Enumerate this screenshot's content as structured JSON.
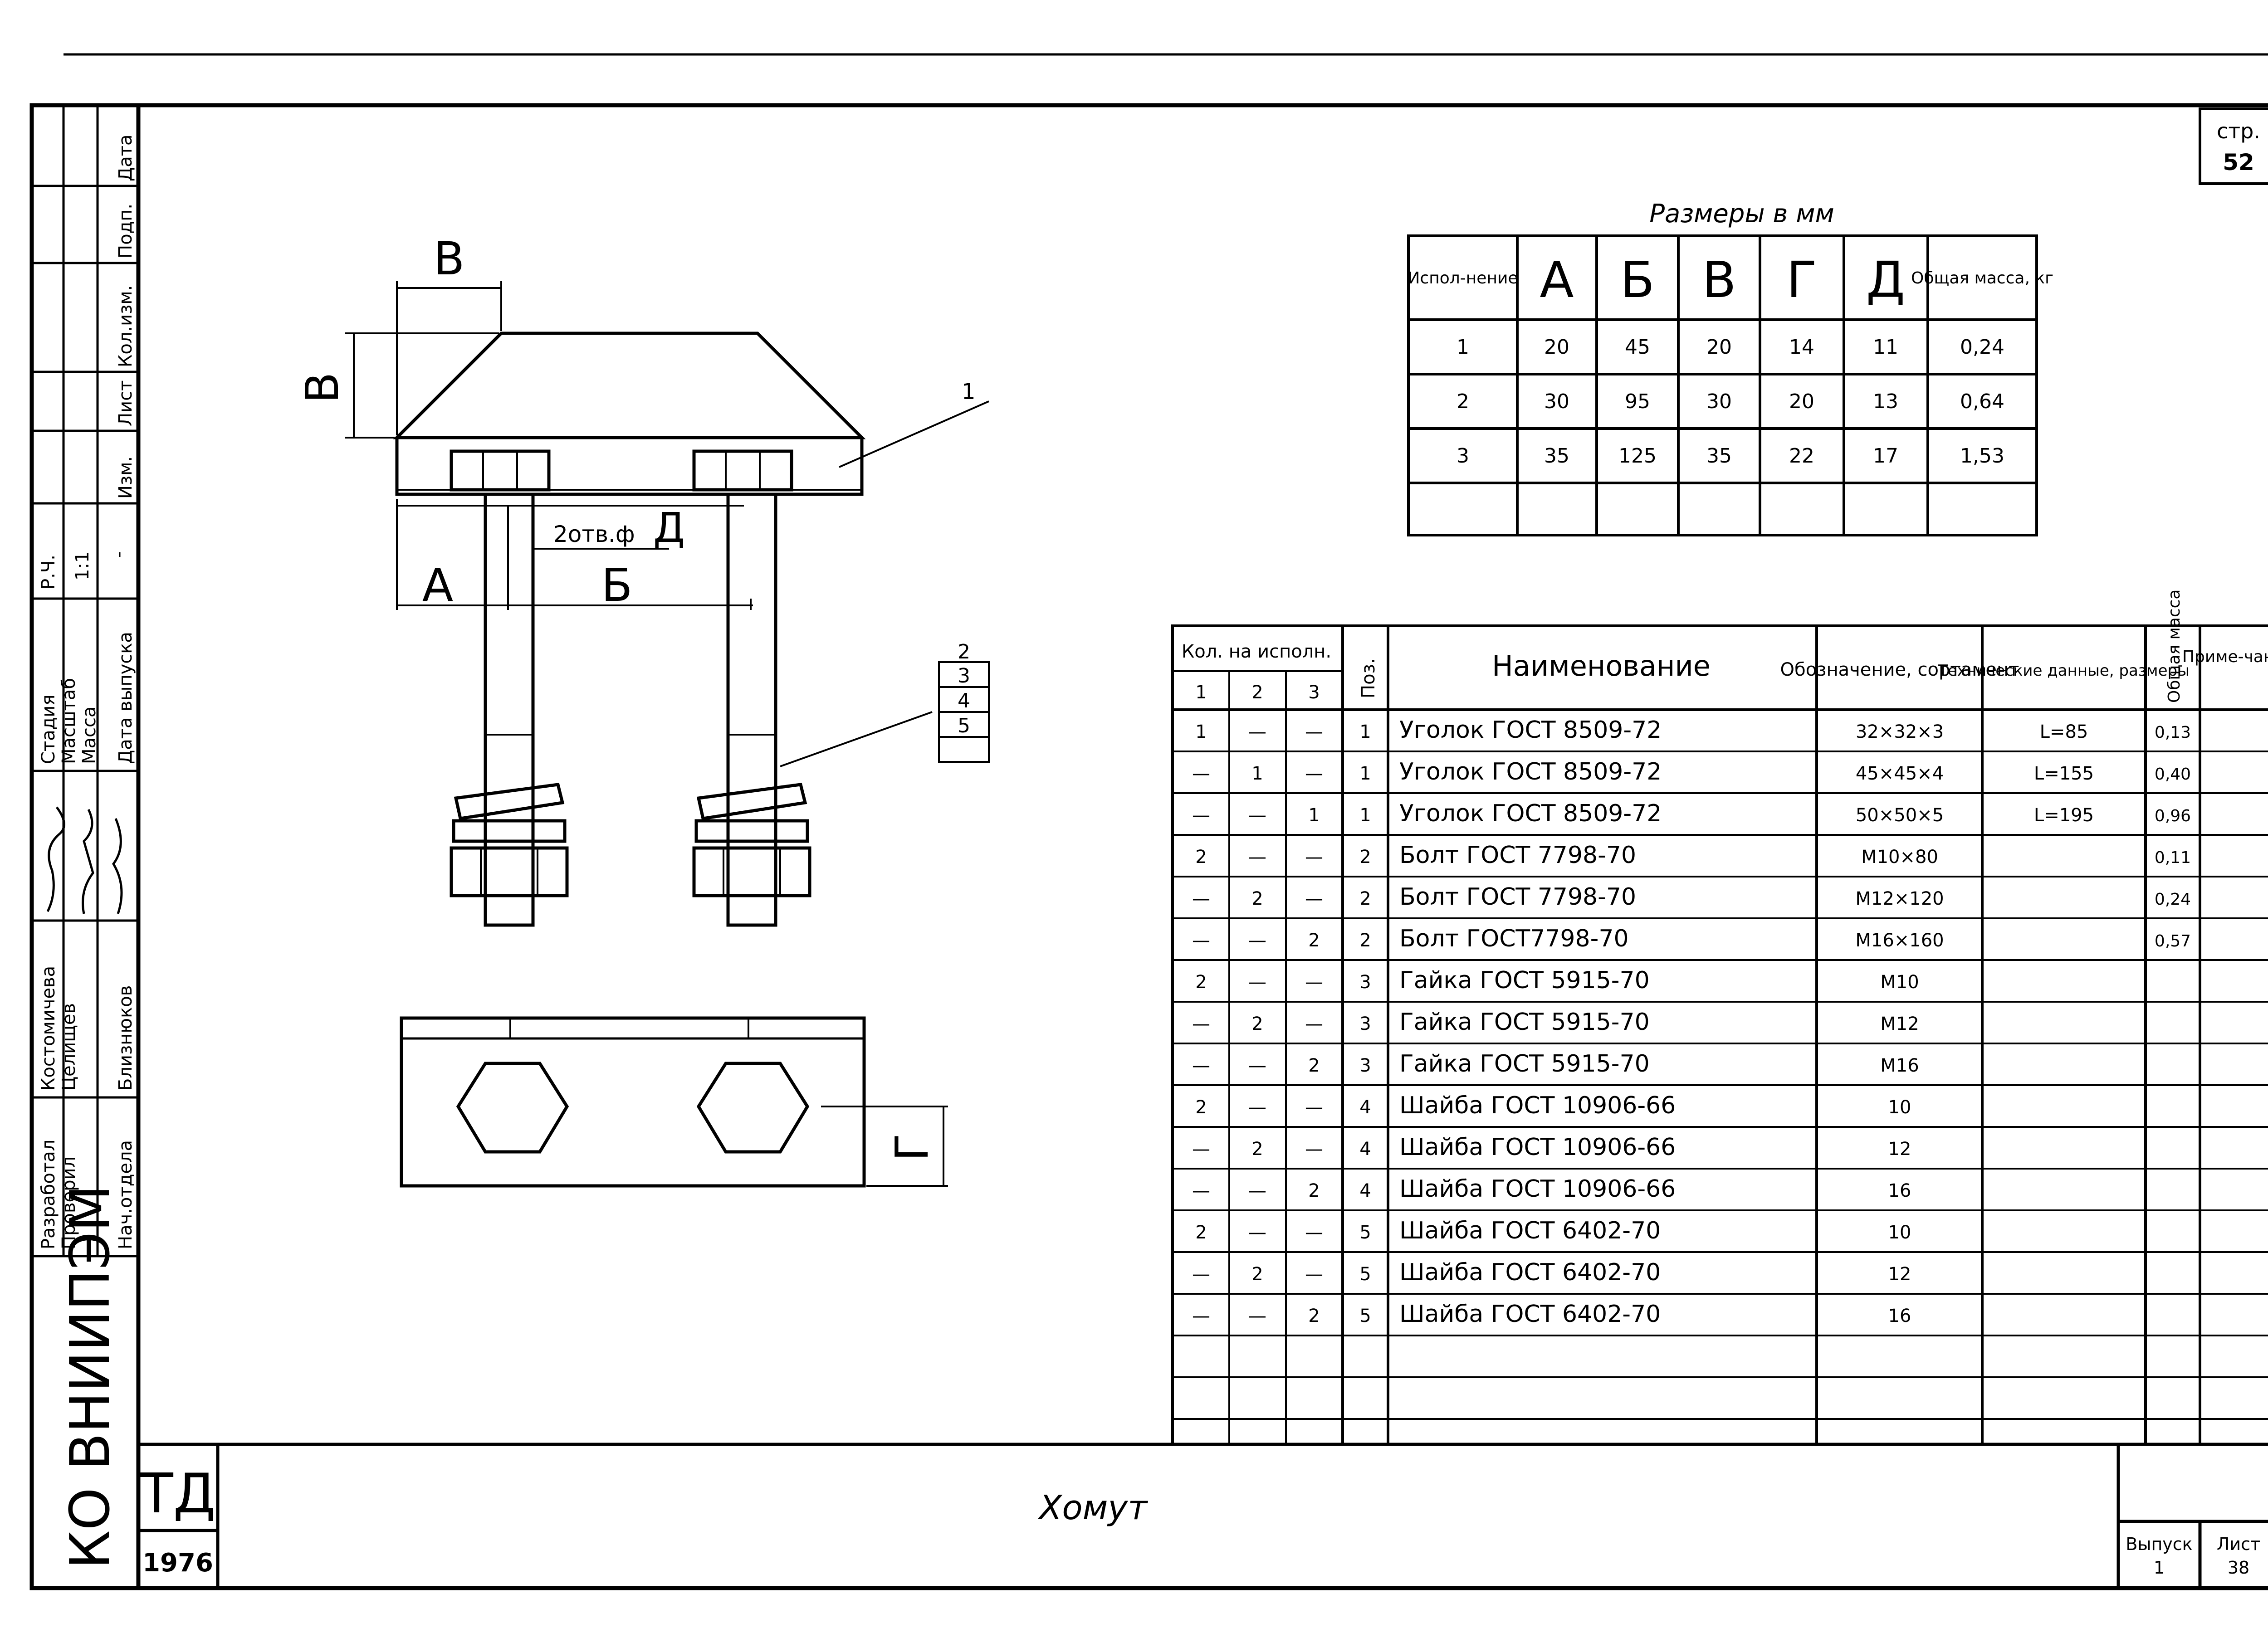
{
  "page": {
    "sheet_label": "стр.",
    "sheet_number": "52",
    "title": "Хомут",
    "org": "КО ВНИИПЭМ",
    "series_code": "ТД",
    "year": "1976",
    "issue_label": "Выпуск",
    "issue_value": "1",
    "list_label": "Лист",
    "list_value": "38"
  },
  "left_stamp": {
    "rev_headers": [
      "Дата",
      "Подп.",
      "Кол.изм.",
      "Лист",
      "Изм."
    ],
    "stage_block": {
      "ru": "Р.Ч.",
      "scale_val": "1:1",
      "mass_val": "-",
      "labels": [
        "Стадия",
        "Масштаб",
        "Масса",
        "Дата выпуска"
      ]
    },
    "roles": [
      {
        "role": "Разработал",
        "name": "Костомичева"
      },
      {
        "role": "Проверил",
        "name": "Целищев"
      },
      {
        "role": "Нач.отдела",
        "name": "Близнюков"
      }
    ]
  },
  "drawing": {
    "dim_labels": {
      "v_top": "В",
      "v_side": "В",
      "a": "А",
      "b": "Б",
      "d": "Д",
      "g": "Г"
    },
    "hole_note": "2отв.ф",
    "callouts": [
      "1",
      "2",
      "3",
      "4",
      "5"
    ]
  },
  "dim_table": {
    "caption": "Размеры в мм",
    "headers": [
      "Испол-нение",
      "А",
      "Б",
      "В",
      "Г",
      "Д",
      "Общая масса, кг"
    ],
    "rows": [
      [
        "1",
        "20",
        "45",
        "20",
        "14",
        "11",
        "0,24"
      ],
      [
        "2",
        "30",
        "95",
        "30",
        "20",
        "13",
        "0,64"
      ],
      [
        "3",
        "35",
        "125",
        "35",
        "22",
        "17",
        "1,53"
      ]
    ]
  },
  "spec_table": {
    "headers": {
      "qty_title": "Кол. на исполн.",
      "qty_cols": [
        "1",
        "2",
        "3"
      ],
      "pos": "Поз.",
      "name": "Наименование",
      "designation": "Обозначение, сортамент",
      "tech": "Технические данные, размеры",
      "mass": "Общая масса",
      "note": "Приме-чание"
    },
    "rows": [
      {
        "q1": "1",
        "q2": "—",
        "q3": "—",
        "pos": "1",
        "name": "Уголок ГОСТ 8509-72",
        "des": "32×32×3",
        "tech": "L=85",
        "mass": "0,13"
      },
      {
        "q1": "—",
        "q2": "1",
        "q3": "—",
        "pos": "1",
        "name": "Уголок ГОСТ 8509-72",
        "des": "45×45×4",
        "tech": "L=155",
        "mass": "0,40"
      },
      {
        "q1": "—",
        "q2": "—",
        "q3": "1",
        "pos": "1",
        "name": "Уголок ГОСТ 8509-72",
        "des": "50×50×5",
        "tech": "L=195",
        "mass": "0,96"
      },
      {
        "q1": "2",
        "q2": "—",
        "q3": "—",
        "pos": "2",
        "name": "Болт ГОСТ 7798-70",
        "des": "М10×80",
        "tech": "",
        "mass": "0,11"
      },
      {
        "q1": "—",
        "q2": "2",
        "q3": "—",
        "pos": "2",
        "name": "Болт ГОСТ 7798-70",
        "des": "М12×120",
        "tech": "",
        "mass": "0,24"
      },
      {
        "q1": "—",
        "q2": "—",
        "q3": "2",
        "pos": "2",
        "name": "Болт ГОСТ7798-70",
        "des": "М16×160",
        "tech": "",
        "mass": "0,57"
      },
      {
        "q1": "2",
        "q2": "—",
        "q3": "—",
        "pos": "3",
        "name": "Гайка ГОСТ 5915-70",
        "des": "М10",
        "tech": "",
        "mass": ""
      },
      {
        "q1": "—",
        "q2": "2",
        "q3": "—",
        "pos": "3",
        "name": "Гайка ГОСТ 5915-70",
        "des": "М12",
        "tech": "",
        "mass": ""
      },
      {
        "q1": "—",
        "q2": "—",
        "q3": "2",
        "pos": "3",
        "name": "Гайка ГОСТ 5915-70",
        "des": "М16",
        "tech": "",
        "mass": ""
      },
      {
        "q1": "2",
        "q2": "—",
        "q3": "—",
        "pos": "4",
        "name": "Шайба ГОСТ 10906-66",
        "des": "10",
        "tech": "",
        "mass": ""
      },
      {
        "q1": "—",
        "q2": "2",
        "q3": "—",
        "pos": "4",
        "name": "Шайба ГОСТ 10906-66",
        "des": "12",
        "tech": "",
        "mass": ""
      },
      {
        "q1": "—",
        "q2": "—",
        "q3": "2",
        "pos": "4",
        "name": "Шайба ГОСТ 10906-66",
        "des": "16",
        "tech": "",
        "mass": ""
      },
      {
        "q1": "2",
        "q2": "—",
        "q3": "—",
        "pos": "5",
        "name": "Шайба ГОСТ 6402-70",
        "des": "10",
        "tech": "",
        "mass": ""
      },
      {
        "q1": "—",
        "q2": "2",
        "q3": "—",
        "pos": "5",
        "name": "Шайба ГОСТ 6402-70",
        "des": "12",
        "tech": "",
        "mass": ""
      },
      {
        "q1": "—",
        "q2": "—",
        "q3": "2",
        "pos": "5",
        "name": "Шайба ГОСТ 6402-70",
        "des": "16",
        "tech": "",
        "mass": ""
      }
    ]
  }
}
